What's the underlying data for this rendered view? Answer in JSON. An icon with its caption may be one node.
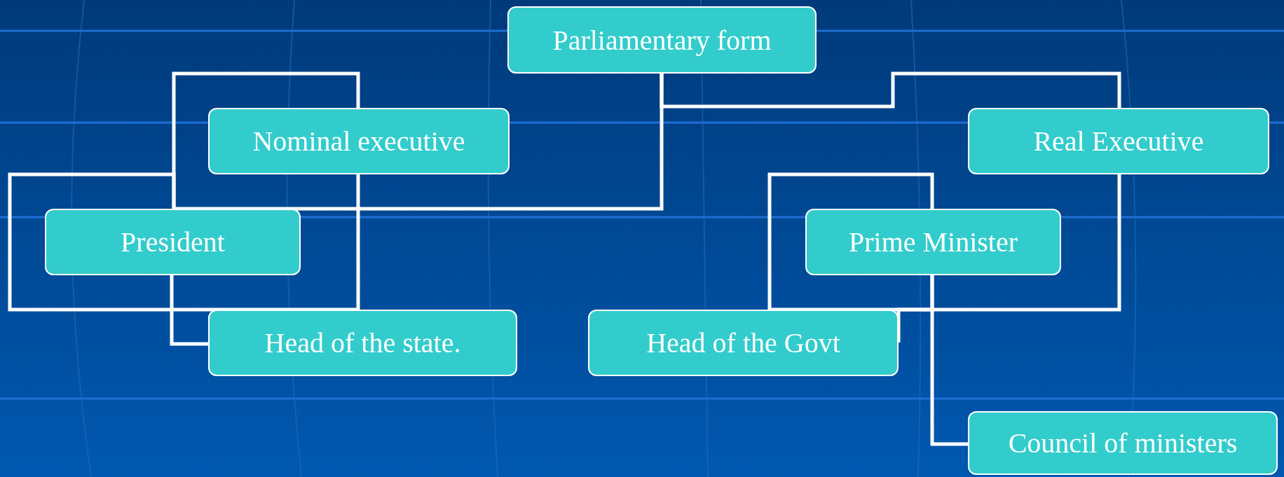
{
  "diagram": {
    "nodes": [
      {
        "text": [
          "Parliamentary form"
        ]
      },
      {
        "text": [
          "Nominal executive"
        ]
      },
      {
        "text": [
          "Real Executive"
        ]
      },
      {
        "text": [
          "President"
        ]
      },
      {
        "text": [
          "Prime Minister"
        ]
      },
      {
        "text": [
          "Head of the state."
        ]
      },
      {
        "text": [
          "Head of the Govt"
        ]
      },
      {
        "text": [
          "Council of ministers"
        ]
      }
    ],
    "edges": [
      {
        "from": 0,
        "to": 1,
        "arrow": "none"
      },
      {
        "from": 1,
        "to": 3,
        "arrow": "none"
      },
      {
        "from": 3,
        "to": 5,
        "arrow": "none"
      },
      {
        "from": 0,
        "to": 2,
        "arrow": "none"
      },
      {
        "from": 2,
        "to": 4,
        "arrow": "none"
      },
      {
        "from": 4,
        "to": 6,
        "arrow": "none"
      },
      {
        "from": 4,
        "to": 7,
        "arrow": "none"
      }
    ]
  }
}
